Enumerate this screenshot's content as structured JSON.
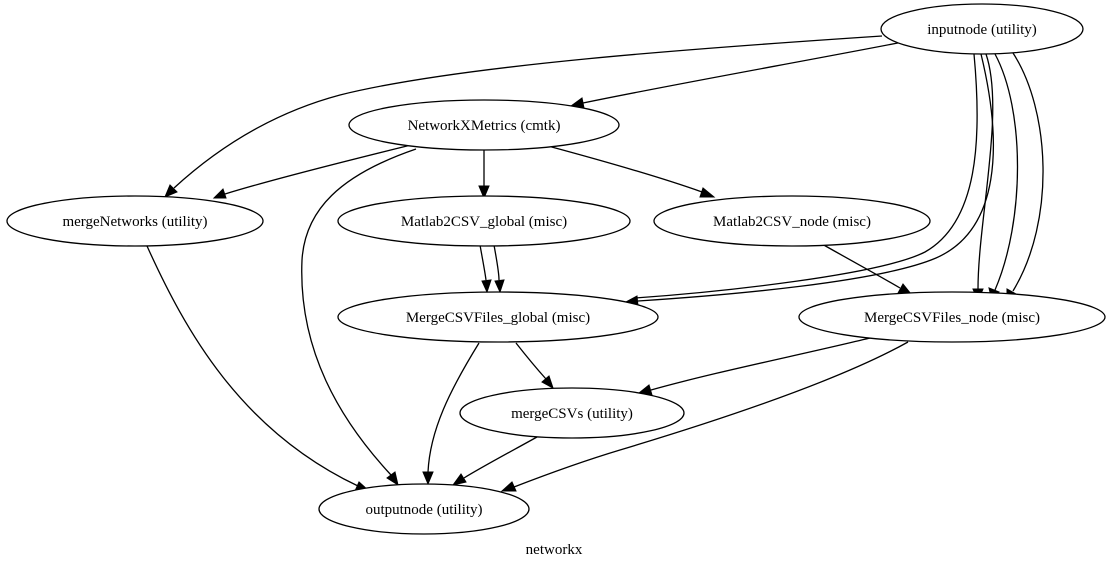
{
  "graph": {
    "label": "networkx",
    "nodes": [
      {
        "id": "inputnode",
        "label": "inputnode (utility)"
      },
      {
        "id": "networkxmetrics",
        "label": "NetworkXMetrics (cmtk)"
      },
      {
        "id": "mergenetworks",
        "label": "mergeNetworks (utility)"
      },
      {
        "id": "matlab2csv_global",
        "label": "Matlab2CSV_global (misc)"
      },
      {
        "id": "matlab2csv_node",
        "label": "Matlab2CSV_node (misc)"
      },
      {
        "id": "mergecsvfiles_global",
        "label": "MergeCSVFiles_global (misc)"
      },
      {
        "id": "mergecsvfiles_node",
        "label": "MergeCSVFiles_node (misc)"
      },
      {
        "id": "mergecsvs",
        "label": "mergeCSVs (utility)"
      },
      {
        "id": "outputnode",
        "label": "outputnode (utility)"
      }
    ],
    "edges": [
      {
        "from": "inputnode",
        "to": "networkxmetrics"
      },
      {
        "from": "inputnode",
        "to": "mergenetworks"
      },
      {
        "from": "inputnode",
        "to": "mergecsvfiles_global"
      },
      {
        "from": "inputnode",
        "to": "mergecsvfiles_global"
      },
      {
        "from": "inputnode",
        "to": "mergecsvfiles_node"
      },
      {
        "from": "inputnode",
        "to": "mergecsvfiles_node"
      },
      {
        "from": "inputnode",
        "to": "mergecsvfiles_node"
      },
      {
        "from": "networkxmetrics",
        "to": "mergenetworks"
      },
      {
        "from": "networkxmetrics",
        "to": "matlab2csv_global"
      },
      {
        "from": "networkxmetrics",
        "to": "matlab2csv_node"
      },
      {
        "from": "networkxmetrics",
        "to": "outputnode"
      },
      {
        "from": "matlab2csv_global",
        "to": "mergecsvfiles_global"
      },
      {
        "from": "matlab2csv_global",
        "to": "mergecsvfiles_global"
      },
      {
        "from": "matlab2csv_node",
        "to": "mergecsvfiles_node"
      },
      {
        "from": "mergenetworks",
        "to": "outputnode"
      },
      {
        "from": "mergecsvfiles_global",
        "to": "mergecsvs"
      },
      {
        "from": "mergecsvfiles_global",
        "to": "outputnode"
      },
      {
        "from": "mergecsvfiles_node",
        "to": "mergecsvs"
      },
      {
        "from": "mergecsvfiles_node",
        "to": "outputnode"
      },
      {
        "from": "mergecsvs",
        "to": "outputnode"
      }
    ]
  }
}
